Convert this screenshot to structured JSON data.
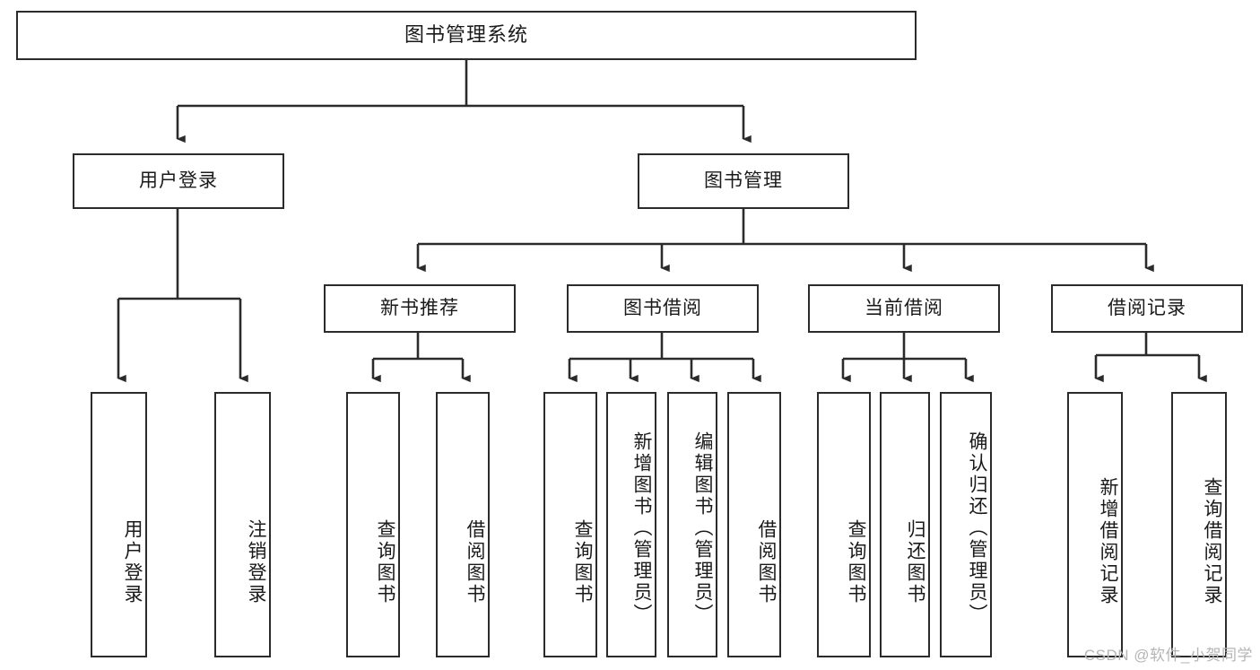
{
  "diagram": {
    "title": "图书管理系统",
    "type": "tree",
    "watermark": "CSDN @软件_小贺同学",
    "colors": {
      "box_border": "#2b2b2b",
      "box_fill": "#ffffff",
      "edge": "#2b2b2b",
      "text": "#1a1a1a",
      "watermark": "#b5b5b5"
    },
    "nodes": {
      "root": {
        "label": "图书管理系统",
        "level": 1,
        "orientation": "horizontal"
      },
      "l2": [
        {
          "id": "user-login",
          "label": "用户登录",
          "level": 2,
          "orientation": "horizontal"
        },
        {
          "id": "book-management",
          "label": "图书管理",
          "level": 2,
          "orientation": "horizontal"
        }
      ],
      "l3": [
        {
          "id": "new-book-recommend",
          "label": "新书推荐",
          "level": 3,
          "orientation": "horizontal",
          "parent": "book-management"
        },
        {
          "id": "book-borrow",
          "label": "图书借阅",
          "level": 3,
          "orientation": "horizontal",
          "parent": "book-management"
        },
        {
          "id": "current-borrow",
          "label": "当前借阅",
          "level": 3,
          "orientation": "horizontal",
          "parent": "book-management"
        },
        {
          "id": "borrow-record",
          "label": "借阅记录",
          "level": 3,
          "orientation": "horizontal",
          "parent": "book-management"
        }
      ],
      "leaves": [
        {
          "id": "leaf-user-login",
          "label": "用户登录",
          "parent": "user-login",
          "orientation": "vertical"
        },
        {
          "id": "leaf-user-logout",
          "label": "注销登录",
          "parent": "user-login",
          "orientation": "vertical"
        },
        {
          "id": "leaf-query-book-1",
          "label": "查询图书",
          "parent": "new-book-recommend",
          "orientation": "vertical"
        },
        {
          "id": "leaf-borrow-book-1",
          "label": "借阅图书",
          "parent": "new-book-recommend",
          "orientation": "vertical"
        },
        {
          "id": "leaf-query-book-2",
          "label": "查询图书",
          "parent": "book-borrow",
          "orientation": "vertical"
        },
        {
          "id": "leaf-add-book",
          "label": "新增图书（管理员）",
          "parent": "book-borrow",
          "orientation": "vertical"
        },
        {
          "id": "leaf-edit-book",
          "label": "编辑图书（管理员）",
          "parent": "book-borrow",
          "orientation": "vertical"
        },
        {
          "id": "leaf-borrow-book-2",
          "label": "借阅图书",
          "parent": "book-borrow",
          "orientation": "vertical"
        },
        {
          "id": "leaf-query-book-3",
          "label": "查询图书",
          "parent": "current-borrow",
          "orientation": "vertical"
        },
        {
          "id": "leaf-return-book",
          "label": "归还图书",
          "parent": "current-borrow",
          "orientation": "vertical"
        },
        {
          "id": "leaf-confirm-return",
          "label": "确认归还（管理员）",
          "parent": "current-borrow",
          "orientation": "vertical"
        },
        {
          "id": "leaf-add-record",
          "label": "新增借阅记录",
          "parent": "borrow-record",
          "orientation": "vertical"
        },
        {
          "id": "leaf-query-record",
          "label": "查询借阅记录",
          "parent": "borrow-record",
          "orientation": "vertical"
        }
      ]
    }
  }
}
